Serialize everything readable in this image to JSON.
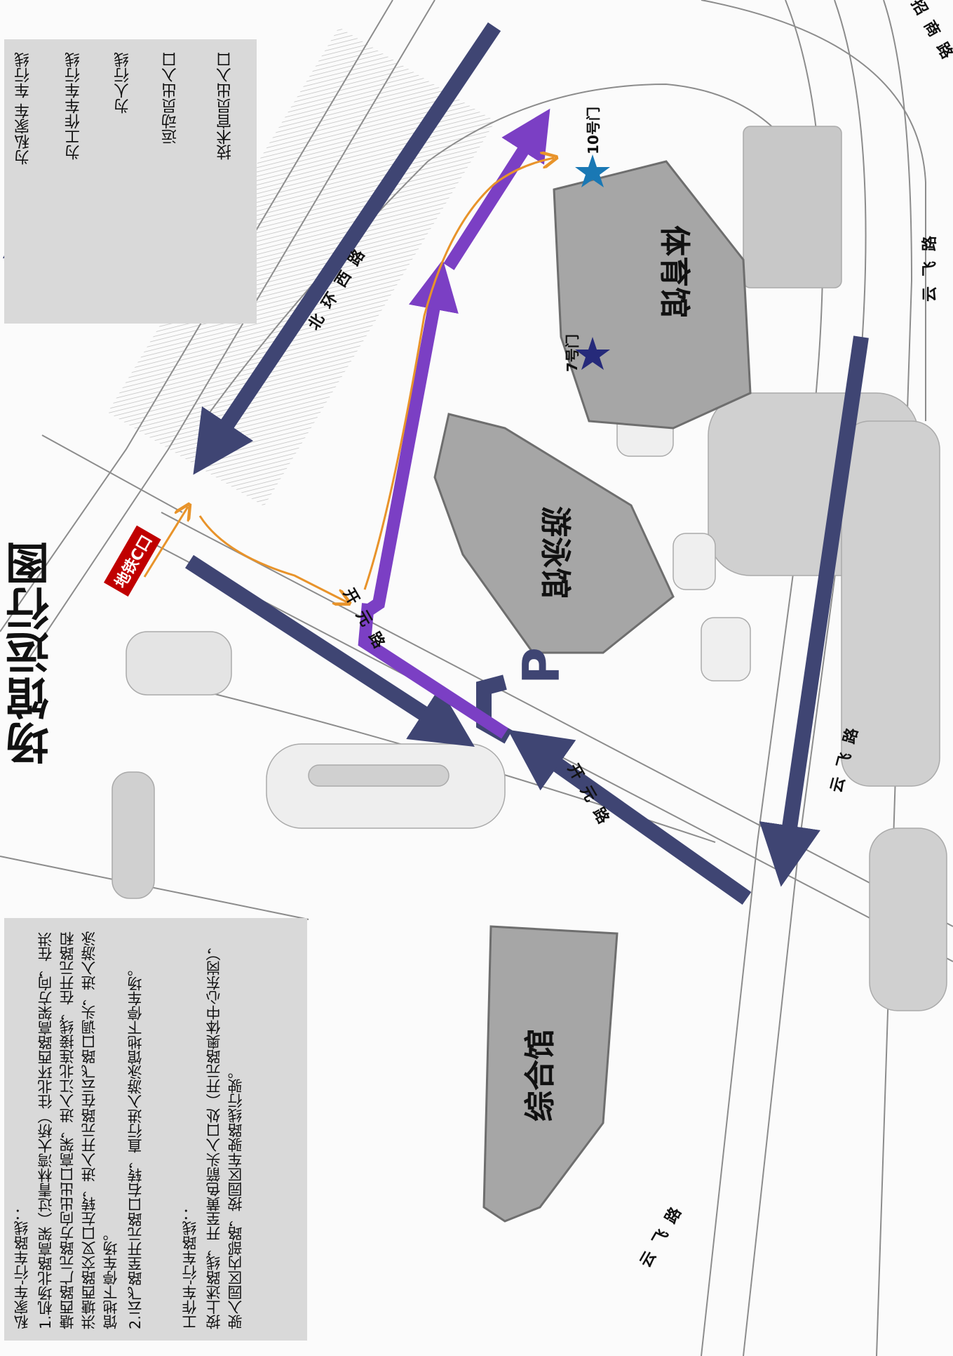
{
  "title": "场馆运行图",
  "legend": {
    "private_car": "为私家车 车行线",
    "work_car": "为工作车车行线",
    "pedestrian": "为人行线",
    "athlete_gate": "运动员出入口",
    "technical_gate": "技术官员出入口"
  },
  "venues": {
    "gym": "体育馆",
    "natatorium": "游泳馆",
    "complex": "综合馆"
  },
  "roads": {
    "north_ring_west": "北环西路",
    "yunfei_right": "云飞路",
    "yunfei_mid": "云飞路",
    "yunfei_bottom": "云飞路",
    "kaiyuan_1": "开元路",
    "kaiyuan_2": "开元路",
    "top_right_road": "招商路"
  },
  "gates": {
    "gate_10": "10号门",
    "gate_7": "7号门"
  },
  "metro": "地铁C口",
  "parking": "P",
  "notes": {
    "private_heading": "私家车-行车路线：",
    "private_1": "1.机场北路高架（过青林湾大桥）往北环西路高架方向，在洪塘西路广元路方向出出口高架，进入江北连接线，在开元路和洪塘西路交叉口左转，进入开元路在云飞路口调头，进入游泳馆地下停车场。",
    "private_2": "2.云飞路至开元路口右转，直行进入游泳馆地下停车场。",
    "work_heading": "工作车-行车路线：",
    "work_1": "按上述路线，开至黄色箭头入口处（开元路奥体中心东岗），驶入园区内部路，按园区车驶路线行驶。"
  },
  "colors": {
    "private": "#3f4573",
    "work": "#7b3fc4",
    "pedestrian": "#e8932a",
    "athlete_star": "#1a78b4",
    "technical_star": "#262a7a",
    "metro": "#c00000"
  }
}
